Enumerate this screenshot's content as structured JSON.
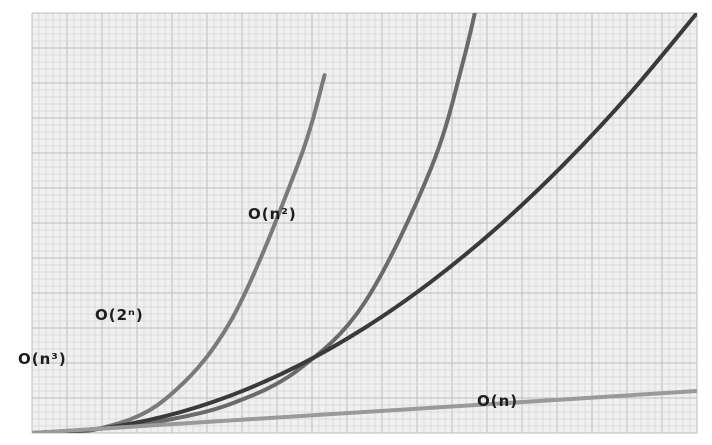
{
  "chart_data": {
    "type": "line",
    "title": "",
    "xlabel": "",
    "ylabel": "",
    "grid": true,
    "xlim": [
      0,
      10
    ],
    "ylim": [
      0,
      100
    ],
    "series": [
      {
        "name": "O(n³)",
        "color": "#7a7a7a",
        "x": [
          0,
          1,
          2,
          3,
          4,
          4.4
        ],
        "y": [
          0,
          1,
          8,
          27,
          64,
          85.2
        ]
      },
      {
        "name": "O(2ⁿ)",
        "color": "#6a6a6a",
        "x": [
          0,
          1,
          2,
          3,
          4,
          5,
          6,
          6.5,
          6.8
        ],
        "y": [
          0,
          1,
          3,
          7,
          15,
          31,
          63,
          89.5,
          110.4
        ]
      },
      {
        "name": "O(n²)",
        "color": "#3a3a3a",
        "x": [
          0,
          1,
          2,
          3,
          4,
          5,
          6,
          7,
          8,
          9,
          10
        ],
        "y": [
          0,
          1,
          4,
          9,
          16,
          25,
          36,
          49,
          64,
          81,
          100
        ]
      },
      {
        "name": "O(n)",
        "color": "#9a9a9a",
        "x": [
          0,
          10
        ],
        "y": [
          0,
          10
        ]
      }
    ]
  }
}
